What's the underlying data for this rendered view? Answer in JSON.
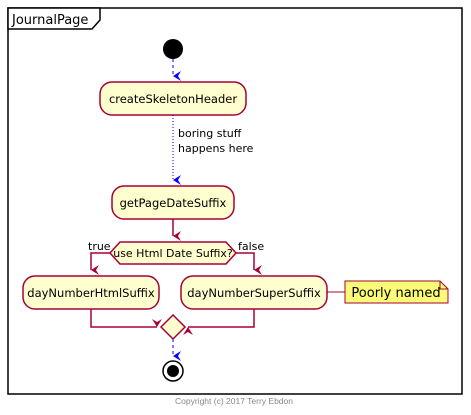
{
  "frame": {
    "title": "JournalPage"
  },
  "nodes": {
    "create_skeleton_header": "createSkeletonHeader",
    "get_page_date_suffix": "getPageDateSuffix",
    "decision": "use Html Date Suffix?",
    "day_number_html_suffix": "dayNumberHtmlSuffix",
    "day_number_super_suffix": "dayNumberSuperSuffix"
  },
  "edge_labels": {
    "note_line1": "boring stuff",
    "note_line2": "happens here",
    "branch_true": "true",
    "branch_false": "false"
  },
  "note": {
    "text": "Poorly named"
  },
  "footer": {
    "copyright": "Copyright (c) 2017 Terry Ebdon"
  },
  "colors": {
    "activity_fill": "#FEFECE",
    "activity_border": "#A80036",
    "arrow_default": "#A80036",
    "arrow_blue": "#0000FF",
    "note_fill": "#FBFB77",
    "start_fill": "#000000",
    "footer_text": "#888888"
  }
}
